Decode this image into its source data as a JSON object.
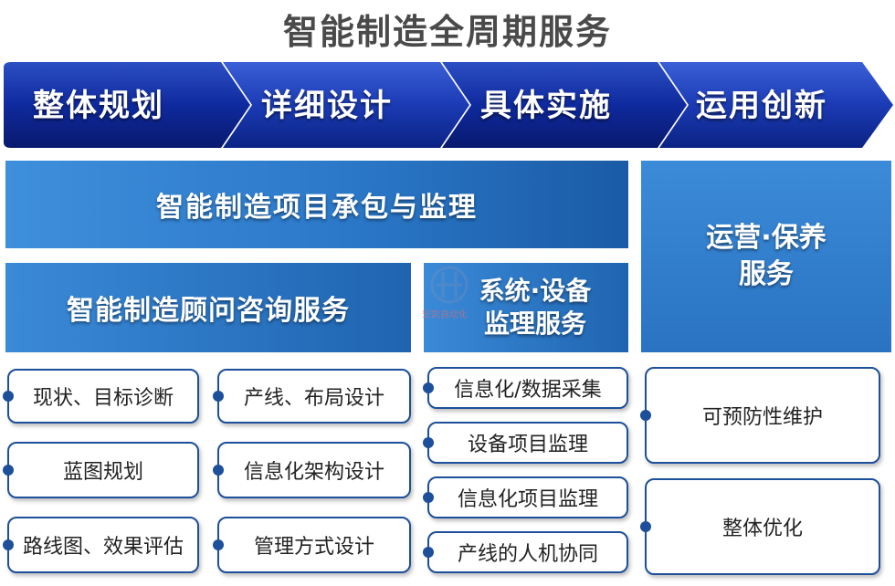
{
  "title": "智能制造全周期服务",
  "phases": [
    "整体规划",
    "详细设计",
    "具体实施",
    "运用创新"
  ],
  "blocks": {
    "contracting": "智能制造项目承包与监理",
    "consulting": "智能制造顾问咨询服务",
    "system_supervision": [
      "系统·设备",
      "监理服务"
    ],
    "operation": [
      "运营·保养",
      "服务"
    ]
  },
  "watermark_text": "宏凯自动化",
  "columns": {
    "col1": [
      "现状、目标诊断",
      "蓝图规划",
      "路线图、效果评估"
    ],
    "col2": [
      "产线、布局设计",
      "信息化架构设计",
      "管理方式设计"
    ],
    "col3": [
      "信息化/数据采集",
      "设备项目监理",
      "信息化项目监理",
      "产线的人机协同"
    ],
    "col4": [
      "可预防性维护",
      "整体优化"
    ]
  },
  "colors": {
    "dark_blue": "#0d2a8a",
    "mid_blue": "#2b78c8",
    "card_border": "#1d4f9a"
  }
}
